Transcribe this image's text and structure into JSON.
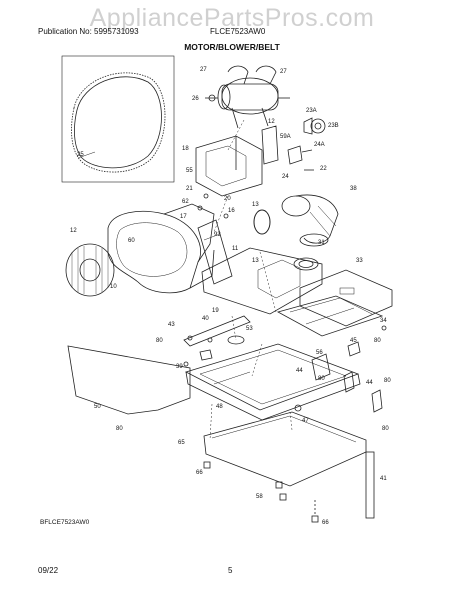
{
  "header": {
    "publication": "Publication No: 5995731093",
    "model": "FLCE7523AW0",
    "title": "MOTOR/BLOWER/BELT"
  },
  "watermark": "AppliancePartsPros.com",
  "diagram_code": "BFLCE7523AW0",
  "footer": {
    "date": "09/22",
    "page": "5"
  },
  "callouts": {
    "c25": "25",
    "c27a": "27",
    "c27b": "27",
    "c26": "26",
    "c23a": "23A",
    "c23b": "23B",
    "c22": "22",
    "c24a": "24A",
    "c59a": "59A",
    "c12a": "12",
    "c24": "24",
    "c38": "38",
    "c18": "18",
    "c55": "55",
    "c21": "21",
    "c20": "20",
    "c62": "62",
    "c16": "16",
    "c13": "13",
    "c31": "31",
    "c17": "17",
    "c60a": "60",
    "c93": "93",
    "c11": "11",
    "c33": "33",
    "c19": "19",
    "c10": "10",
    "c34": "34",
    "c43": "43",
    "c40": "40",
    "c80a": "80",
    "c53": "53",
    "c45": "45",
    "c56": "56",
    "c80b": "80",
    "c44a": "44",
    "c39": "39",
    "c48": "48",
    "c80c": "80",
    "c80d": "80",
    "c44b": "44",
    "c47": "47",
    "c50": "50",
    "c80e": "80",
    "c65": "65",
    "c80f": "80",
    "c66a": "66",
    "c41": "41",
    "c58": "58",
    "c66b": "66",
    "c12b": "12",
    "c13b": "13"
  }
}
